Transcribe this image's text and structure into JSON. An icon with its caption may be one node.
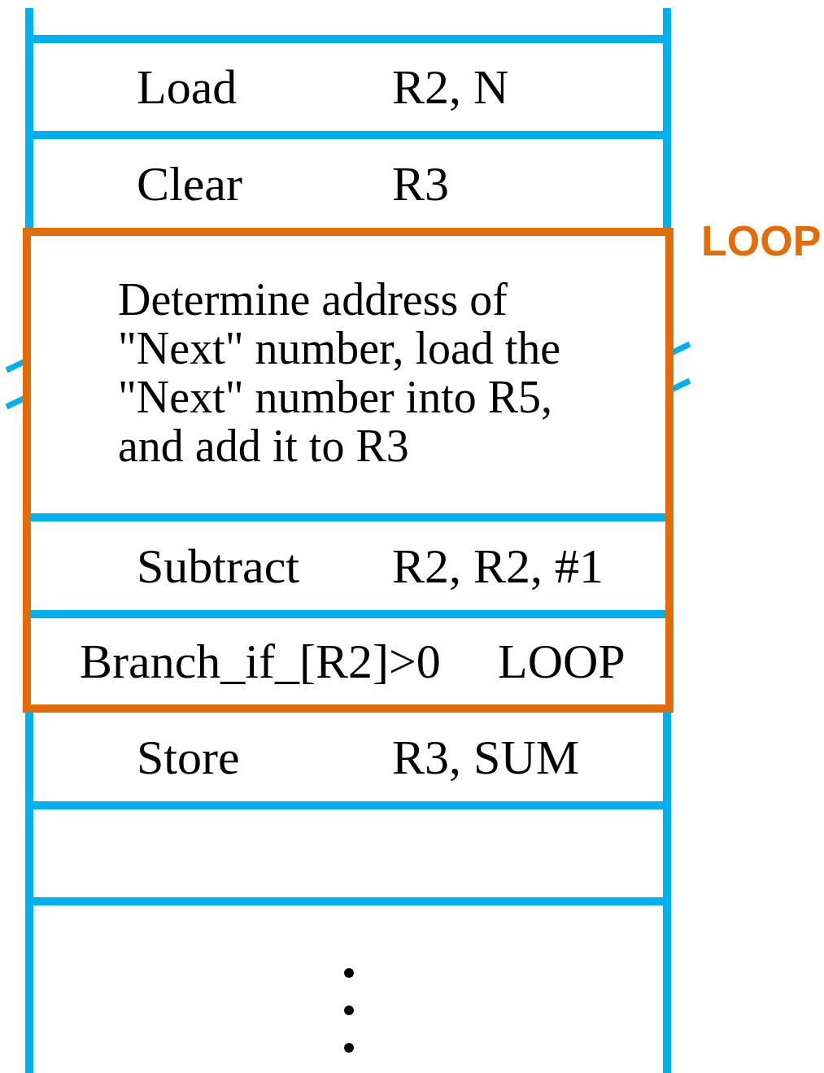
{
  "diagram": {
    "nodes": [
      {
        "text": [
          "Load",
          "R2, N"
        ]
      },
      {
        "text": [
          "Clear",
          "R3"
        ]
      },
      {
        "text": [
          "LOOP"
        ]
      },
      {
        "text": [
          "Determine address of \"Next\" number, load the \"Next\" number into R5, and add it to R3"
        ],
        "in": 2
      },
      {
        "text": [
          "Subtract",
          "R2, R2, #1"
        ],
        "in": 2
      },
      {
        "text": [
          "Branch_if_[R2]>0",
          "LOOP"
        ],
        "in": 2
      },
      {
        "text": [
          "Store",
          "R3, SUM"
        ]
      },
      {
        "text": [],
        "shape": "box"
      },
      {
        "text": [],
        "shape": "box"
      }
    ]
  }
}
